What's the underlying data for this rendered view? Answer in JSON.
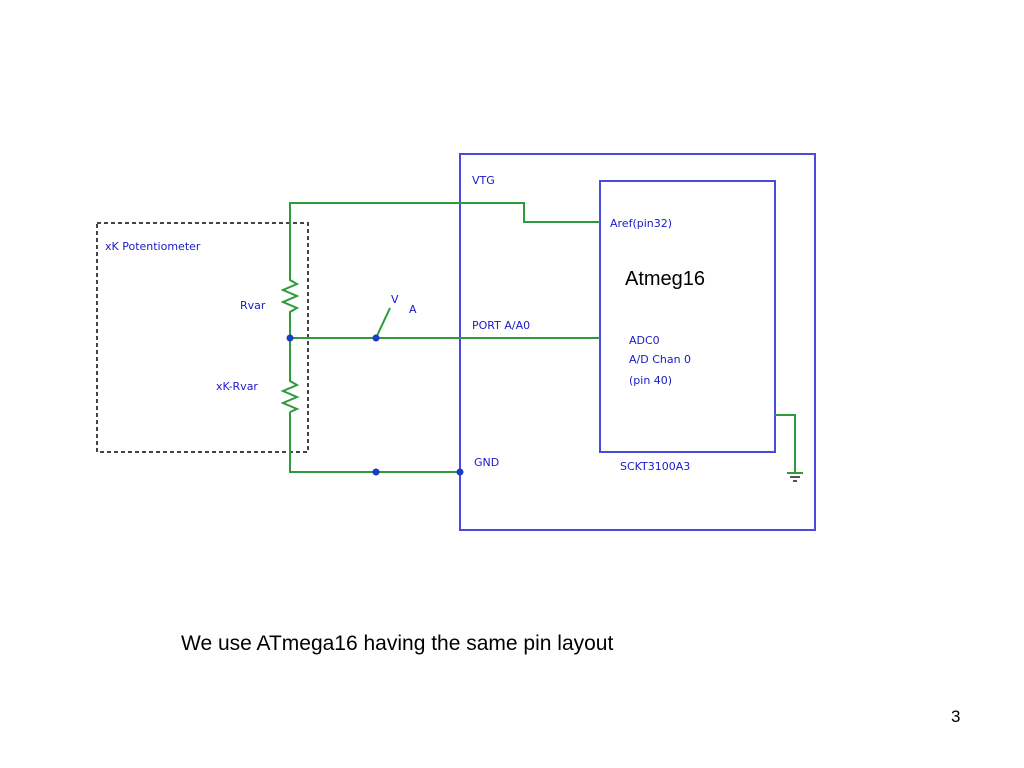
{
  "diagram": {
    "potentiometer_label": "xK Potentiometer",
    "rvar_label": "Rvar",
    "xk_rvar_label": "xK-Rvar",
    "voltage_label": "V",
    "voltage_subscript": "A",
    "vtg_label": "VTG",
    "port_label": "PORT A/A0",
    "gnd_label": "GND",
    "aref_label": "Aref(pin32)",
    "chip_name": "Atmeg16",
    "adc_lines": [
      "ADC0",
      "A/D Chan 0",
      "(pin 40)"
    ],
    "socket_label": "SCKT3100A3"
  },
  "slide": {
    "caption": "We use ATmega16 having the same pin layout",
    "page_number": "3"
  },
  "colors": {
    "wire": "#2e9a3c",
    "board_outline": "#4a4adf",
    "node": "#1a3cc8",
    "label_text": "#1a1ac8"
  }
}
